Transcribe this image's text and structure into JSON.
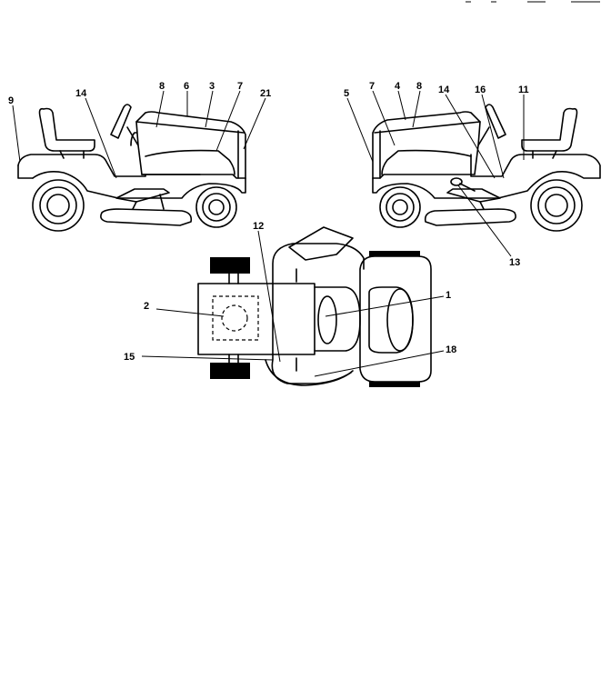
{
  "left_view": {
    "callouts": {
      "c9": "9",
      "c14": "14",
      "c8": "8",
      "c6": "6",
      "c3": "3",
      "c7": "7",
      "c21": "21"
    }
  },
  "right_view": {
    "callouts": {
      "c5": "5",
      "c7": "7",
      "c4": "4",
      "c8": "8",
      "c14": "14",
      "c16": "16",
      "c11": "11",
      "c13": "13"
    }
  },
  "top_view": {
    "callouts": {
      "c12": "12",
      "c2": "2",
      "c1": "1",
      "c15": "15",
      "c18": "18"
    }
  }
}
